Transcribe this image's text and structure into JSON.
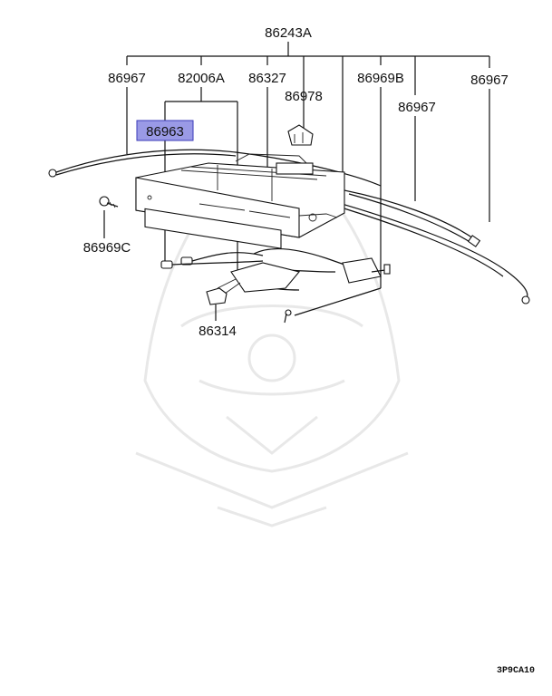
{
  "diagram": {
    "labels": {
      "p86243A": "86243A",
      "p86967_left": "86967",
      "p82006A": "82006A",
      "p86327": "86327",
      "p86978": "86978",
      "p86969B": "86969B",
      "p86967_right": "86967",
      "p86967_mid": "86967",
      "p86963": "86963",
      "p86969C": "86969C",
      "p86314": "86314"
    },
    "highlight_color": "#9a9ae6",
    "code": "3P9CA10"
  }
}
